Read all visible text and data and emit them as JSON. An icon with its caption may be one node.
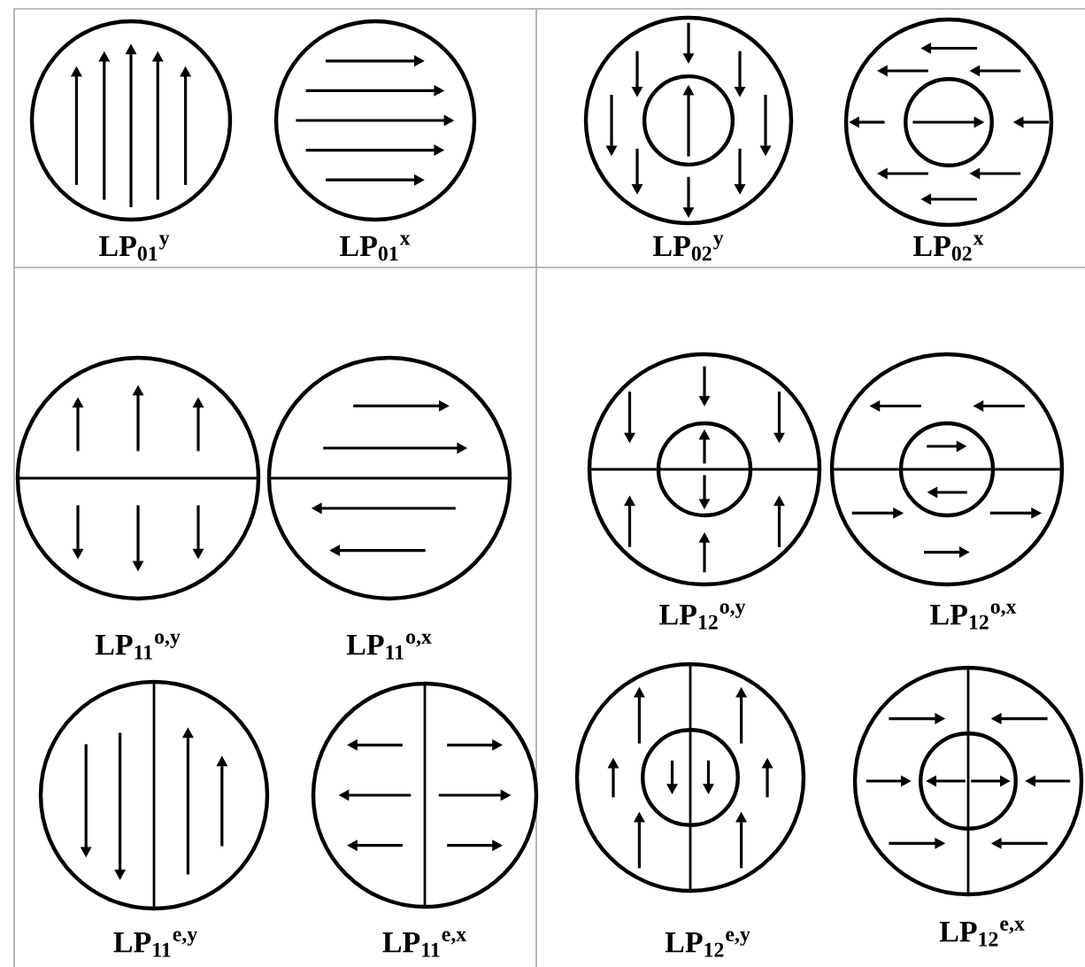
{
  "diagram": {
    "labels": [
      "LP$_{01}$$^{y}$",
      "LP$_{01}$$^{x}$",
      "LP$_{02}$$^{y}$",
      "LP$_{02}$$^{x}$",
      "LP$_{11}$$^{o,y}$",
      "LP$_{11}$$^{o,x}$",
      "LP$_{12}$$^{o,y}$",
      "LP$_{12}$$^{o,x}$",
      "LP$_{11}$$^{e,y}$",
      "LP$_{11}$$^{e,x}$",
      "LP$_{12}$$^{e,y}$",
      "LP$_{12}$$^{e,x}$"
    ]
  }
}
